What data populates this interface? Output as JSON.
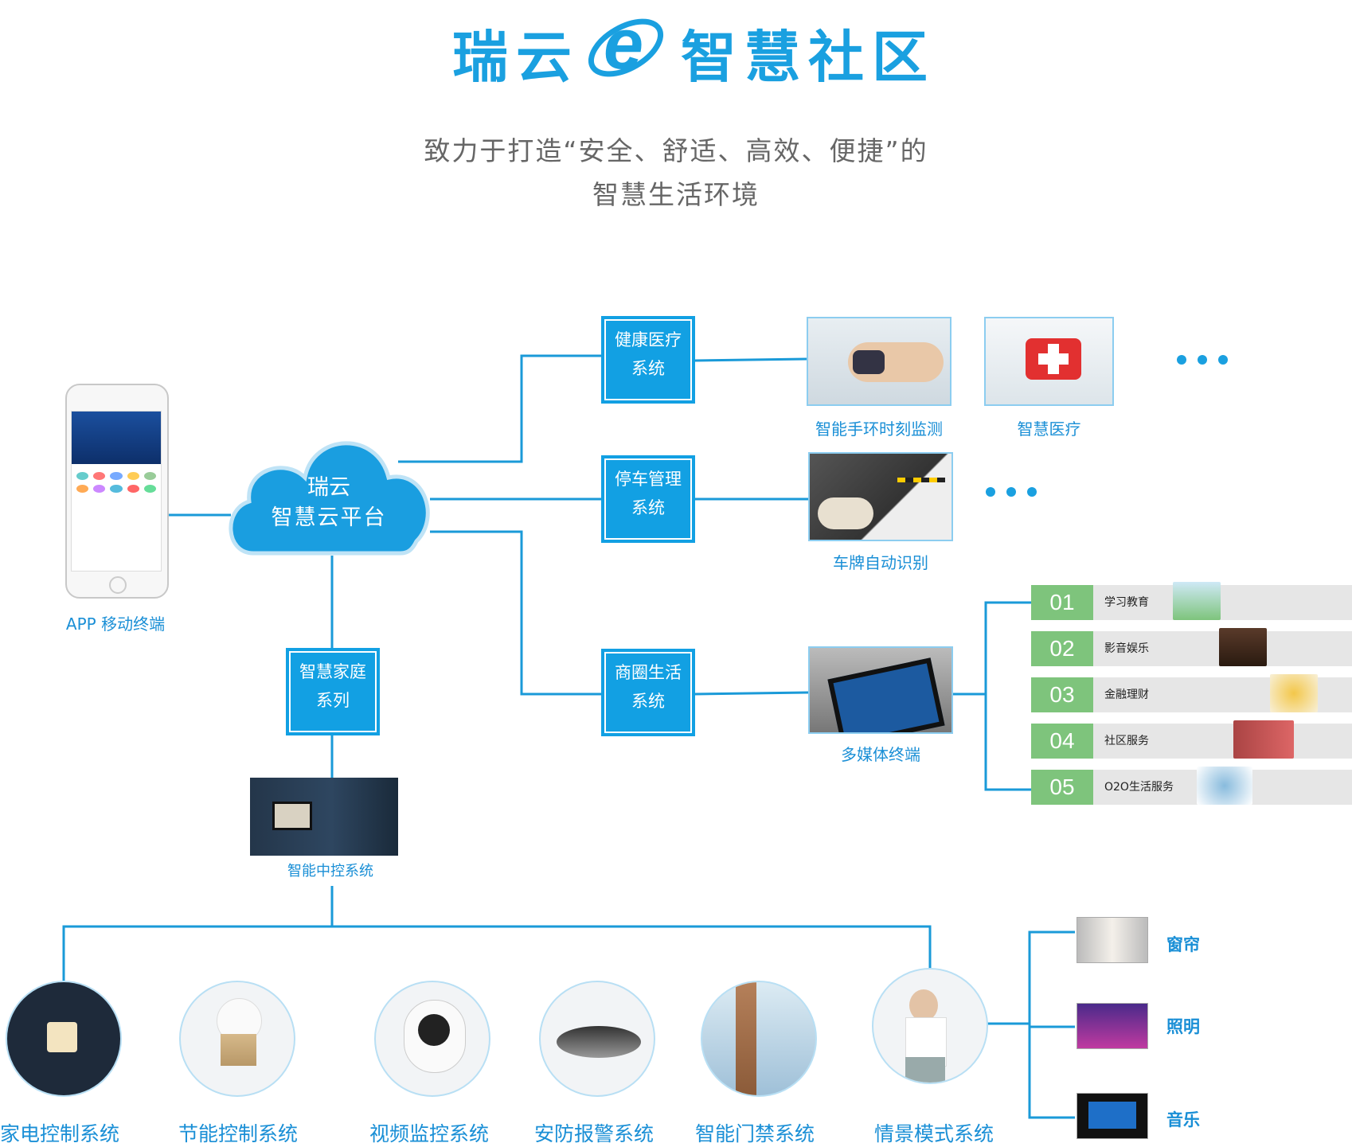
{
  "header": {
    "title_left": "瑞云",
    "title_right": "智慧社区",
    "subtitle_line1": "致力于打造“安全、舒适、高效、便捷”的",
    "subtitle_line2": "智慧生活环境"
  },
  "app": {
    "label": "APP 移动终端"
  },
  "cloud": {
    "line1": "瑞云",
    "line2": "智慧云平台"
  },
  "systems": {
    "health": [
      "健康医疗",
      "系统"
    ],
    "parking": [
      "停车管理",
      "系统"
    ],
    "commerce": [
      "商圈生活",
      "系统"
    ],
    "home": [
      "智慧家庭",
      "系列"
    ]
  },
  "captions": {
    "wristband": "智能手环时刻监测",
    "medical": "智慧医疗",
    "plate": "车牌自动识别",
    "multimedia": "多媒体终端",
    "central": "智能中控系统"
  },
  "services": [
    {
      "num": "01",
      "label": "学习教育"
    },
    {
      "num": "02",
      "label": "影音娱乐"
    },
    {
      "num": "03",
      "label": "金融理财"
    },
    {
      "num": "04",
      "label": "社区服务"
    },
    {
      "num": "05",
      "label": "O2O生活服务"
    }
  ],
  "home_systems": [
    "家电控制系统",
    "节能控制系统",
    "视频监控系统",
    "安防报警系统",
    "智能门禁系统",
    "情景模式系统"
  ],
  "scene_items": [
    "窗帘",
    "照明",
    "音乐"
  ],
  "colors": {
    "accent": "#1aa0e0",
    "line": "#1a9ad8",
    "green": "#7ec47c"
  }
}
